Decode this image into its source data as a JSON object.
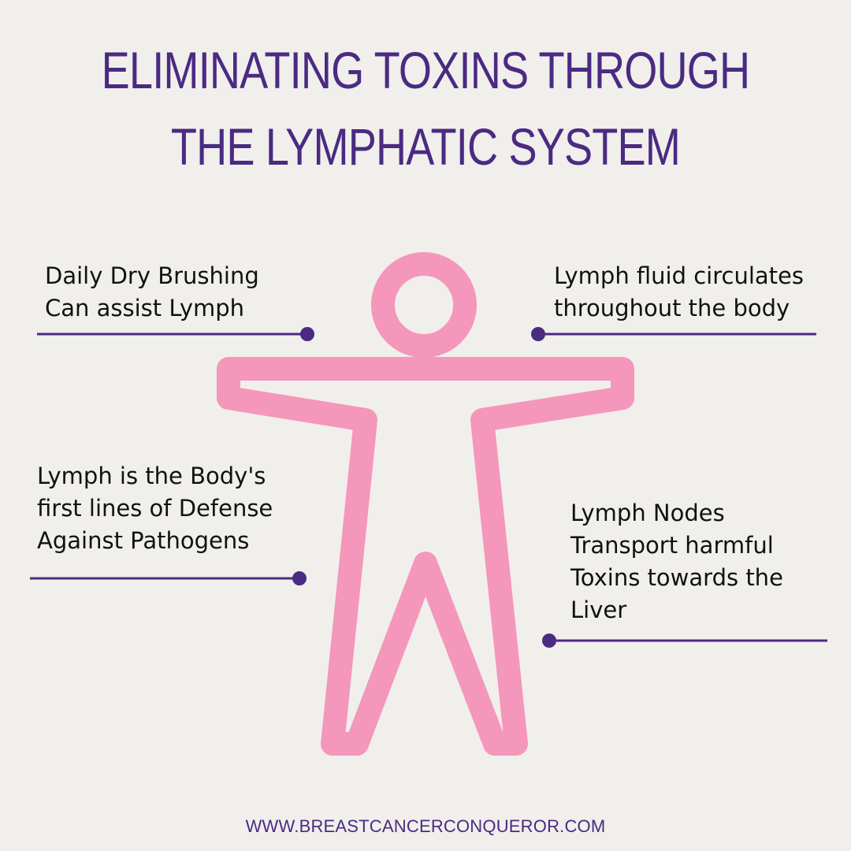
{
  "title": {
    "line1": "ELIMINATING TOXINS THROUGH",
    "line2": "THE LYMPHATIC SYSTEM"
  },
  "callouts": {
    "top_left": {
      "line1": "Daily Dry Brushing",
      "line2": "Can assist Lymph"
    },
    "top_right": {
      "line1": "Lymph fluid circulates",
      "line2": "throughout the body"
    },
    "middle_left": {
      "line1": "Lymph is the Body's",
      "line2": "first lines of Defense",
      "line3": "Against Pathogens"
    },
    "bottom_right": {
      "line1": "Lymph Nodes",
      "line2": "Transport harmful",
      "line3": "Toxins towards the",
      "line4": "Liver"
    }
  },
  "footer": {
    "url": "WWW.BREASTCANCERCONQUEROR.COM"
  },
  "colors": {
    "background": "#f0efec",
    "accent_purple": "#4b2a82",
    "figure_pink": "#f596bb",
    "text": "#111111"
  },
  "icons": {
    "figure": "human-figure-outline-icon"
  }
}
